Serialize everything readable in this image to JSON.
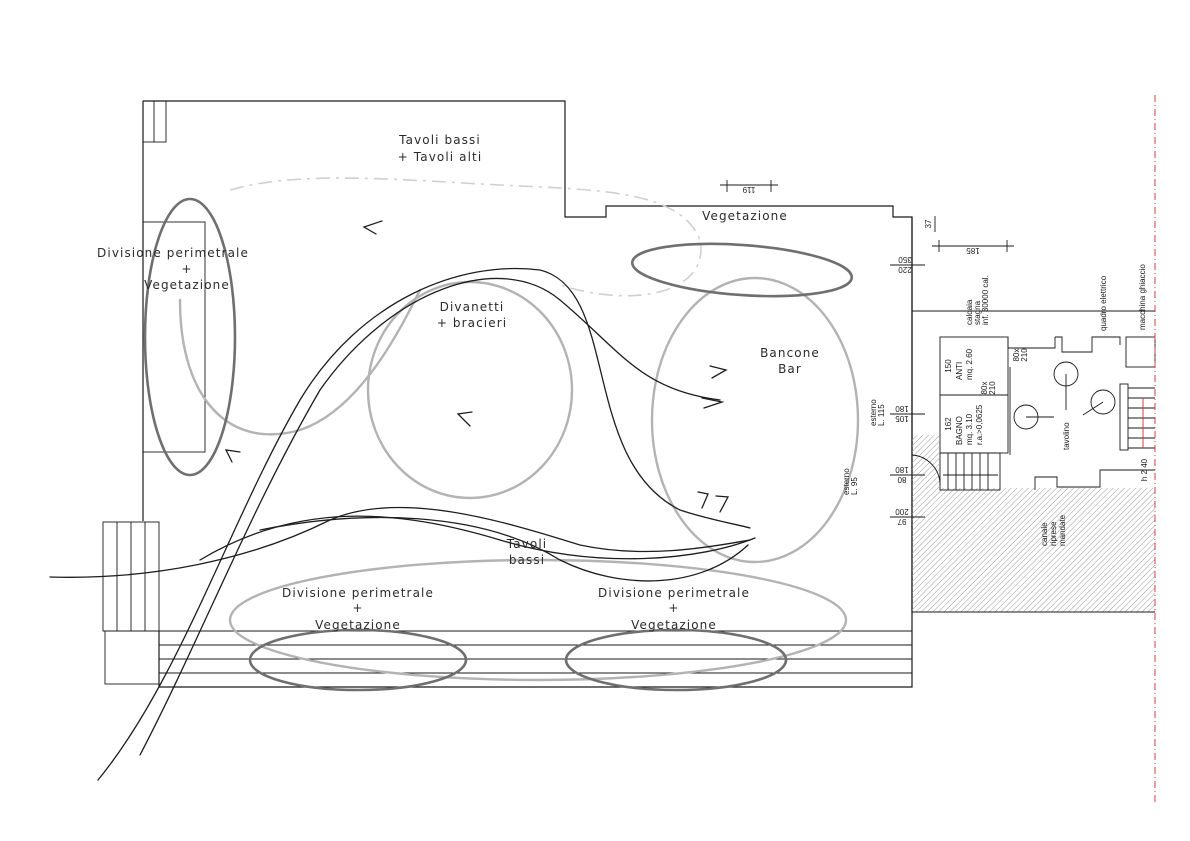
{
  "title": "Planimetria area esterna - concept distribuzione",
  "zones": {
    "tavoli_top": [
      "Tavoli bassi",
      "+ Tavoli alti"
    ],
    "vegetazione_top": "Vegetazione",
    "divisione_left": [
      "Divisione perimetrale",
      "+",
      "Vegetazione"
    ],
    "divanetti": [
      "Divanetti",
      "+ bracieri"
    ],
    "bancone": [
      "Bancone",
      "Bar"
    ],
    "tavoli_bottom": [
      "Tavoli",
      "bassi"
    ],
    "divisione_bottom_left": [
      "Divisione perimetrale",
      "+",
      "Vegetazione"
    ],
    "divisione_bottom_right": [
      "Divisione perimetrale",
      "+",
      "Vegetazione"
    ]
  },
  "dimensions": {
    "top_width": "119",
    "side_width": "185",
    "step_height": "37",
    "opening_1_top": "350",
    "opening_1_bottom": "220",
    "opening_2_top": "180",
    "opening_2_bottom": "105",
    "opening_3_top": "180",
    "opening_3_bottom": "80",
    "opening_4_top": "200",
    "opening_4_bottom": "97",
    "anti_length": "150",
    "bagno_length": "162",
    "door_1": [
      "80x",
      "210"
    ],
    "door_2": [
      "80x",
      "210"
    ],
    "h_stair": "h 2 40"
  },
  "technical_labels": {
    "esterno_1": [
      "esterno",
      "L. 115"
    ],
    "esterno_2": [
      "esterno",
      "L. 95"
    ],
    "caldaia": [
      "caldaia",
      "stagna",
      "inf. 30000 cal."
    ],
    "anti": [
      "ANTI",
      "mq. 2.60"
    ],
    "bagno": [
      "BAGNO",
      "mq. 3.10",
      "r.a.>0,0625"
    ],
    "quadro": "quadro elettrico",
    "macchina": "macchina ghiaccio",
    "tavolino": "tavolino",
    "canale": [
      "canale",
      "riprese",
      "mandate"
    ]
  },
  "colors": {
    "wall": "#1a1a1a",
    "sketch_dark": "#1e1e1e",
    "sketch_grey": "#b3b3b3",
    "axis_red": "#d04040",
    "hatch": "#9a9a9a"
  }
}
